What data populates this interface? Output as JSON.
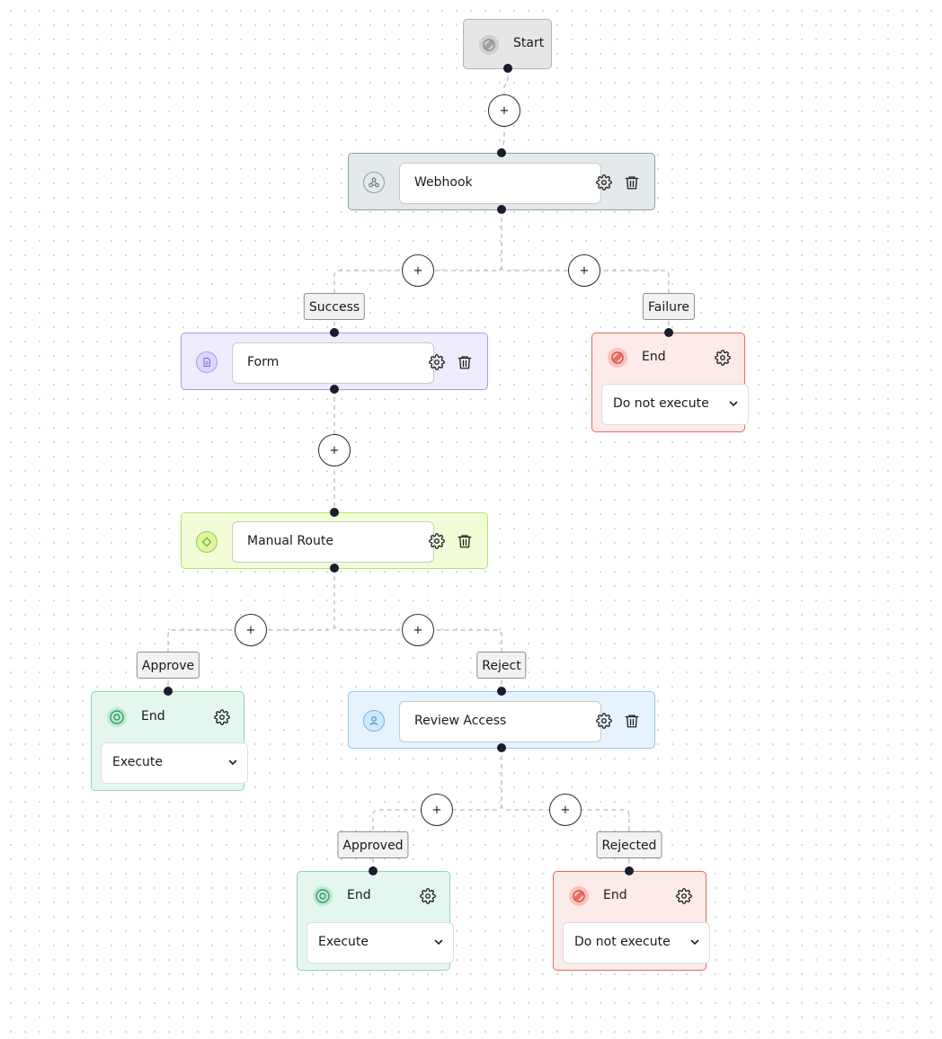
{
  "colors": {
    "canvas_bg": "#ffffff",
    "grid_dot": "#d4d6da",
    "edge": "#b8b8b8",
    "handle": "#1b1c2b",
    "start_bg": "#e6e6e6",
    "webhook_bg": "#e4eaec",
    "form_bg": "#efecfd",
    "manual_route_bg": "#f2fdd8",
    "review_access_bg": "#e6f3fd",
    "end_execute_bg": "#e4f7ee",
    "end_do_not_execute_bg": "#fdebe9"
  },
  "icons": {
    "start": "stop-circle-icon",
    "webhook": "webhook-icon",
    "form": "form-document-icon",
    "manual_route": "diamond-route-icon",
    "review_access": "user-review-icon",
    "end_execute": "end-circle-icon",
    "end_do_not_execute": "stop-circle-icon",
    "settings": "gear-icon",
    "delete": "trash-icon",
    "dropdown": "chevron-down-icon"
  },
  "workflow": {
    "start": {
      "label": "Start"
    },
    "add_step_label": "+",
    "webhook": {
      "name": "Webhook"
    },
    "form": {
      "name": "Form"
    },
    "manual_route": {
      "name": "Manual Route"
    },
    "review_access": {
      "name": "Review Access"
    },
    "branches": {
      "success": "Success",
      "failure": "Failure",
      "approve": "Approve",
      "reject": "Reject",
      "approved": "Approved",
      "rejected": "Rejected"
    },
    "end_failure": {
      "title": "End",
      "selected": "Do not execute"
    },
    "end_approve": {
      "title": "End",
      "selected": "Execute"
    },
    "end_approved": {
      "title": "End",
      "selected": "Execute"
    },
    "end_rejected": {
      "title": "End",
      "selected": "Do not execute"
    }
  }
}
